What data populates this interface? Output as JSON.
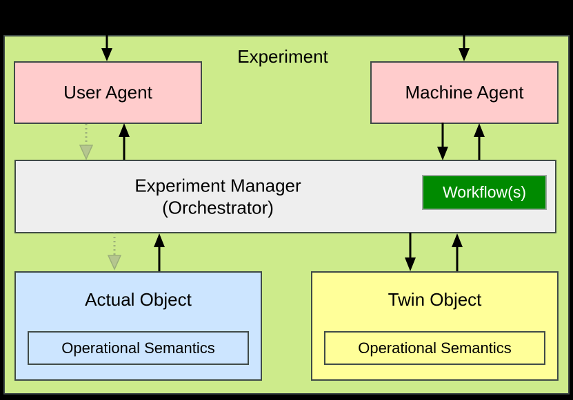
{
  "diagram": {
    "container": {
      "label": "Experiment",
      "fill": "#CDEB8B",
      "stroke": "#3F4A47"
    },
    "agents": [
      {
        "id": "user-agent",
        "label": "User Agent",
        "fill": "#FFCCCC"
      },
      {
        "id": "machine-agent",
        "label": "Machine Agent",
        "fill": "#FFCCCC"
      }
    ],
    "manager": {
      "line1": "Experiment Manager",
      "line2": "(Orchestrator)",
      "fill": "#EEEEEE",
      "workflows": {
        "label": "Workflow(s)",
        "fill": "#008A00",
        "text_color": "#FFFFFF"
      }
    },
    "objects": [
      {
        "id": "actual-object",
        "title": "Actual Object",
        "fill": "#CCE5FF",
        "inner": {
          "label": "Operational Semantics"
        }
      },
      {
        "id": "twin-object",
        "title": "Twin Object",
        "fill": "#FFFF99",
        "inner": {
          "label": "Operational Semantics"
        }
      }
    ],
    "connectors": [
      {
        "id": "into-user-agent",
        "style": "solid",
        "direction": "down",
        "color": "#000000"
      },
      {
        "id": "into-machine-agent",
        "style": "solid",
        "direction": "down",
        "color": "#000000"
      },
      {
        "id": "user-agent-to-manager",
        "style": "dotted",
        "direction": "down",
        "color": "#9BAF7A"
      },
      {
        "id": "manager-to-user-agent",
        "style": "solid",
        "direction": "up",
        "color": "#000000"
      },
      {
        "id": "machine-agent-to-manager",
        "style": "solid",
        "direction": "down",
        "color": "#000000"
      },
      {
        "id": "manager-to-machine-agent",
        "style": "solid",
        "direction": "up",
        "color": "#000000"
      },
      {
        "id": "manager-to-actual-object",
        "style": "dotted",
        "direction": "down",
        "color": "#9BAF7A"
      },
      {
        "id": "actual-object-to-manager",
        "style": "solid",
        "direction": "up",
        "color": "#000000"
      },
      {
        "id": "manager-to-twin-object",
        "style": "solid",
        "direction": "down",
        "color": "#000000"
      },
      {
        "id": "twin-object-to-manager",
        "style": "solid",
        "direction": "up",
        "color": "#000000"
      }
    ]
  }
}
